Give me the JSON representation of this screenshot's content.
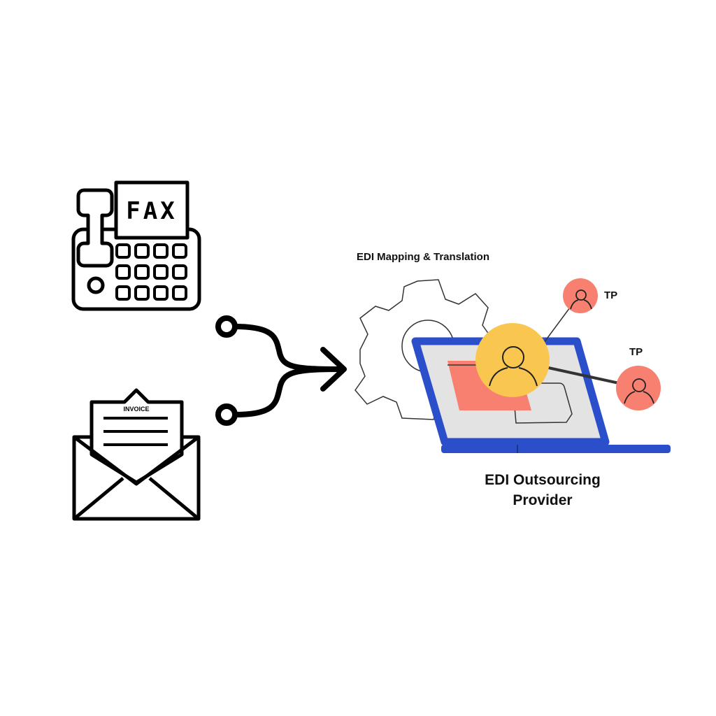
{
  "fax": {
    "label": "FAX"
  },
  "envelope": {
    "invoice_label": "INVOICE"
  },
  "gear": {
    "label": "EDI Mapping & Translation"
  },
  "partners": [
    {
      "label": "TP"
    },
    {
      "label": "TP"
    }
  ],
  "provider": {
    "line1": "EDI Outsourcing",
    "line2": "Provider"
  },
  "colors": {
    "laptop": "#2b4ecb",
    "screen": "#e3e3e3",
    "hub": "#f9c74f",
    "partner": "#f88070",
    "folder": "#f88070"
  }
}
